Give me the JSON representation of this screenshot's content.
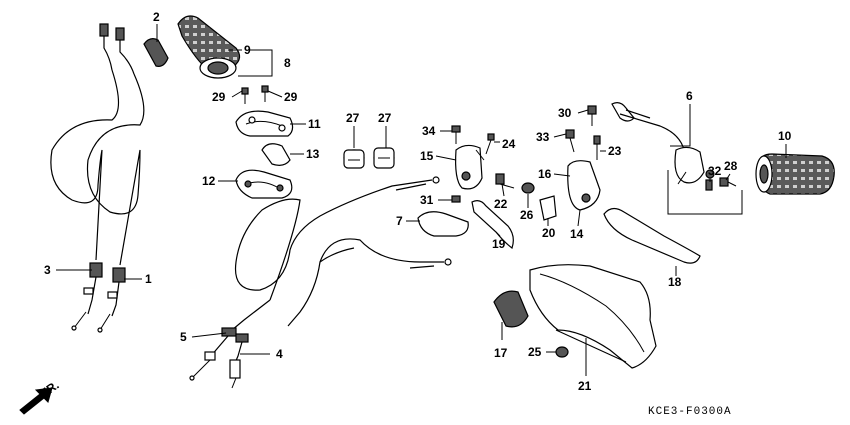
{
  "parts": [
    {
      "id": "p1",
      "number": "1"
    },
    {
      "id": "p2",
      "number": "2"
    },
    {
      "id": "p3",
      "number": "3"
    },
    {
      "id": "p4",
      "number": "4"
    },
    {
      "id": "p5",
      "number": "5"
    },
    {
      "id": "p6",
      "number": "6"
    },
    {
      "id": "p7",
      "number": "7"
    },
    {
      "id": "p8",
      "number": "8"
    },
    {
      "id": "p9",
      "number": "9"
    },
    {
      "id": "p10",
      "number": "10"
    },
    {
      "id": "p11",
      "number": "11"
    },
    {
      "id": "p12",
      "number": "12"
    },
    {
      "id": "p13",
      "number": "13"
    },
    {
      "id": "p14",
      "number": "14"
    },
    {
      "id": "p15",
      "number": "15"
    },
    {
      "id": "p16",
      "number": "16"
    },
    {
      "id": "p17",
      "number": "17"
    },
    {
      "id": "p18",
      "number": "18"
    },
    {
      "id": "p19",
      "number": "19"
    },
    {
      "id": "p20",
      "number": "20"
    },
    {
      "id": "p21",
      "number": "21"
    },
    {
      "id": "p22",
      "number": "22"
    },
    {
      "id": "p23",
      "number": "23"
    },
    {
      "id": "p24",
      "number": "24"
    },
    {
      "id": "p25",
      "number": "25"
    },
    {
      "id": "p26",
      "number": "26"
    },
    {
      "id": "p27a",
      "number": "27"
    },
    {
      "id": "p27b",
      "number": "27"
    },
    {
      "id": "p28",
      "number": "28"
    },
    {
      "id": "p29a",
      "number": "29"
    },
    {
      "id": "p29b",
      "number": "29"
    },
    {
      "id": "p30",
      "number": "30"
    },
    {
      "id": "p31",
      "number": "31"
    },
    {
      "id": "p32",
      "number": "32"
    },
    {
      "id": "p33",
      "number": "33"
    },
    {
      "id": "p34",
      "number": "34"
    }
  ],
  "direction_label": "FR.",
  "reference_code": "KCE3-F0300A"
}
